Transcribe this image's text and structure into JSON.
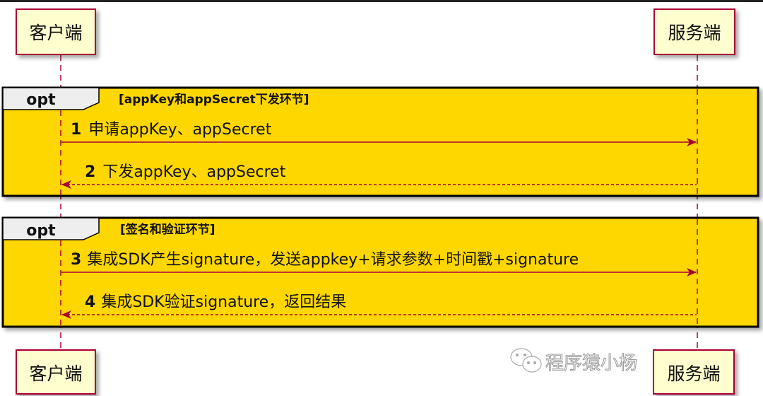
{
  "participants": {
    "client": "客户端",
    "server": "服务端"
  },
  "fragments": [
    {
      "kind": "opt",
      "guard": "[appKey和appSecret下发环节]"
    },
    {
      "kind": "opt",
      "guard": "[签名和验证环节]"
    }
  ],
  "messages": [
    {
      "num": "1",
      "text": "申请appKey、appSecret",
      "direction": "request",
      "style": "solid"
    },
    {
      "num": "2",
      "text": "下发appKey、appSecret",
      "direction": "response",
      "style": "dashed"
    },
    {
      "num": "3",
      "text": "集成SDK产生signature，发送appkey+请求参数+时间戳+signature",
      "direction": "request",
      "style": "solid"
    },
    {
      "num": "4",
      "text": "集成SDK验证signature，返回结果",
      "direction": "response",
      "style": "dashed"
    }
  ],
  "watermark": "程序猿小杨",
  "colors": {
    "fragment_fill": "#FFD700",
    "participant_fill": "#FEFECE",
    "participant_border": "#A80036",
    "arrow": "#A80036"
  }
}
